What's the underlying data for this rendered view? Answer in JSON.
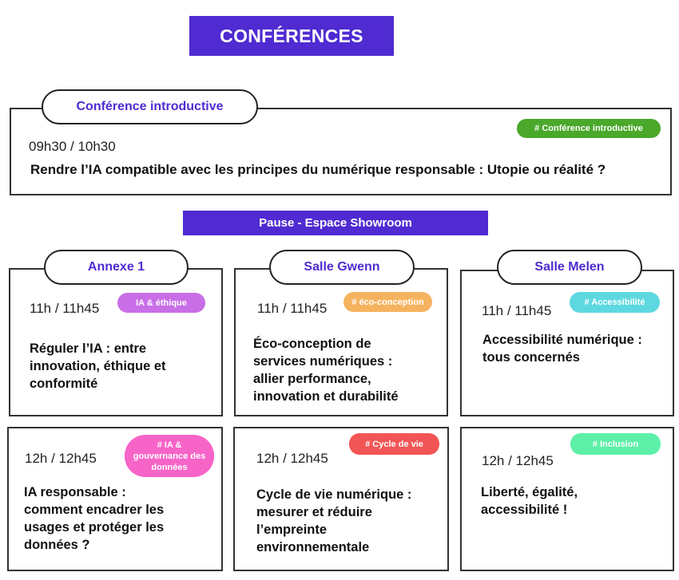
{
  "title": "CONFÉRENCES",
  "intro": {
    "room": "Conférence introductive",
    "tag": "# Conférence introductive",
    "tag_color": "#4aa82a",
    "time": "09h30 / 10h30",
    "title": "Rendre l’IA compatible avec les principes du numérique responsable : Utopie ou réalité ?"
  },
  "pause": "Pause - Espace Showroom",
  "rooms": [
    "Annexe 1",
    "Salle Gwenn",
    "Salle Melen"
  ],
  "sessions": [
    {
      "tag": "IA & éthique",
      "tag_color": "#c96ee6",
      "time": "11h / 11h45",
      "lines": [
        "Réguler l’IA : entre",
        "innovation, éthique et",
        "conformité"
      ]
    },
    {
      "tag": "# éco-conception",
      "tag_color": "#f5b35f",
      "time": "11h / 11h45",
      "lines": [
        "Éco-conception de",
        "services numériques :",
        "allier performance,",
        "innovation et durabilité"
      ]
    },
    {
      "tag": "# Accessibilité",
      "tag_color": "#5ed8e0",
      "time": "11h / 11h45",
      "lines": [
        "Accessibilité numérique :",
        "tous concernés"
      ]
    },
    {
      "tag_lines": [
        "# IA &",
        "gouvernance des",
        "données"
      ],
      "tag_color": "#f764c8",
      "time": "12h / 12h45",
      "lines": [
        "IA responsable :",
        "comment encadrer les",
        "usages et protéger les",
        "données ?"
      ]
    },
    {
      "tag": "# Cycle de vie",
      "tag_color": "#f25555",
      "time": "12h / 12h45",
      "lines": [
        "Cycle de vie numérique :",
        "mesurer et réduire",
        "l’empreinte",
        "environnementale"
      ]
    },
    {
      "tag": "# Inclusion",
      "tag_color": "#5ef0a8",
      "time": "12h / 12h45",
      "lines": [
        "Liberté, égalité,",
        "accessibilité !"
      ]
    }
  ]
}
